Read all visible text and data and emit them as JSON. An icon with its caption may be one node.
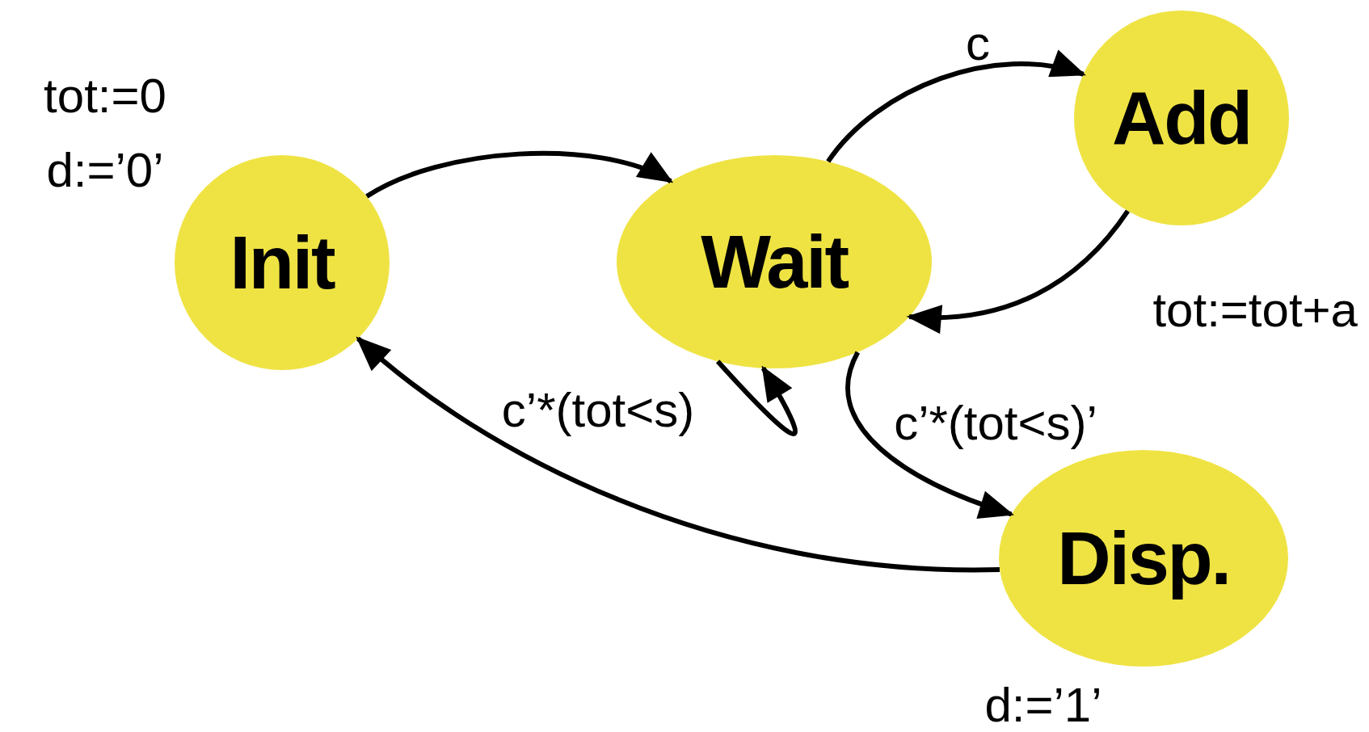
{
  "diagram": {
    "nodes": [
      {
        "text": [
          "Init"
        ],
        "beside": [
          "tot:=0",
          "d:=’0’"
        ]
      },
      {
        "text": [
          "Wait"
        ]
      },
      {
        "text": [
          "Add"
        ],
        "beside": [
          "tot:=tot+a"
        ]
      },
      {
        "text": [
          "Disp."
        ],
        "beside": [
          "d:=’1’"
        ]
      }
    ],
    "edges": [
      {
        "from": 0,
        "to": 1,
        "arrow": "to"
      },
      {
        "from": 1,
        "to": 2,
        "arrow": "to",
        "label": "c"
      },
      {
        "from": 2,
        "to": 1,
        "arrow": "to"
      },
      {
        "from": 1,
        "to": 1,
        "arrow": "to",
        "label": "c’*(tot<s)"
      },
      {
        "from": 1,
        "to": 3,
        "arrow": "to",
        "label": "c’*(tot<s)’"
      },
      {
        "from": 3,
        "to": 0,
        "arrow": "to"
      }
    ]
  }
}
